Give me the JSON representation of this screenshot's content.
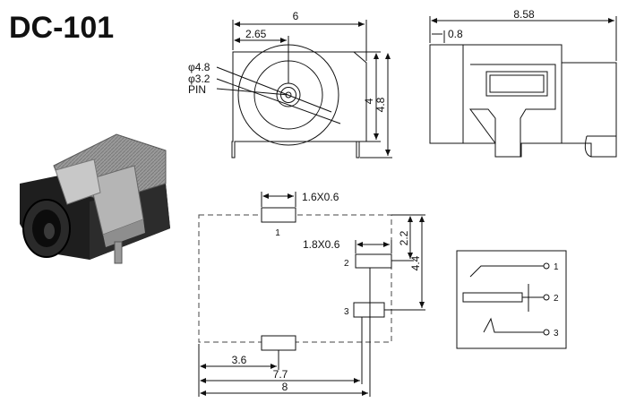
{
  "title": "DC-101",
  "front_view": {
    "dim_width": "6",
    "dim_offset": "2.65",
    "dim_height_inner": "4",
    "dim_height_outer": "4.8",
    "label_d48": "φ4.8",
    "label_d32": "φ3.2",
    "label_pin": "PIN"
  },
  "side_view": {
    "dim_length": "8.58",
    "dim_offset": "0.8"
  },
  "footprint": {
    "pad1_size": "1.6X0.6",
    "pad2_size": "1.8X0.6",
    "pin1": "1",
    "pin2": "2",
    "pin3": "3",
    "dim_22": "2.2",
    "dim_44": "4.4",
    "dim_36": "3.6",
    "dim_77": "7.7",
    "dim_8": "8"
  },
  "schematic": {
    "pin1": "1",
    "pin2": "2",
    "pin3": "3"
  },
  "colors": {
    "line": "#111111",
    "dashed": "#444444"
  }
}
